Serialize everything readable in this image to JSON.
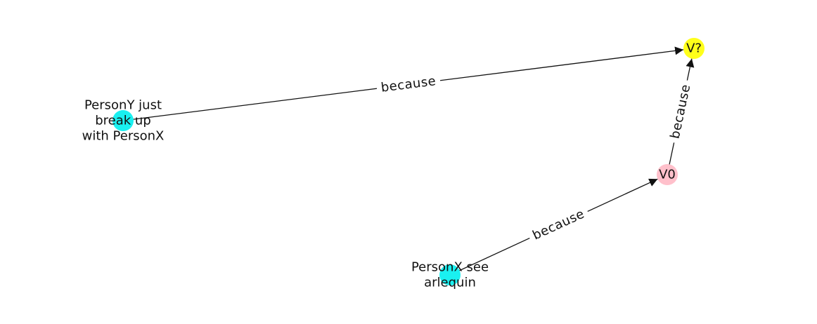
{
  "graph": {
    "nodes": [
      {
        "id": "vq",
        "label_lines": [
          "V?"
        ],
        "color": "#ffff1a"
      },
      {
        "id": "py",
        "label_lines": [
          "PersonY just",
          "break up",
          "with PersonX"
        ],
        "color": "#1af0f0"
      },
      {
        "id": "v0",
        "label_lines": [
          "V0"
        ],
        "color": "#ffc0cb"
      },
      {
        "id": "px",
        "label_lines": [
          "PersonX see",
          "arlequin"
        ],
        "color": "#1af0f0"
      }
    ],
    "edges": [
      {
        "id": "py-vq",
        "source": "py",
        "target": "vq",
        "label": "because"
      },
      {
        "id": "v0-vq",
        "source": "v0",
        "target": "vq",
        "label": "because"
      },
      {
        "id": "px-v0",
        "source": "px",
        "target": "v0",
        "label": "because"
      }
    ],
    "edge_color": "#111111"
  }
}
